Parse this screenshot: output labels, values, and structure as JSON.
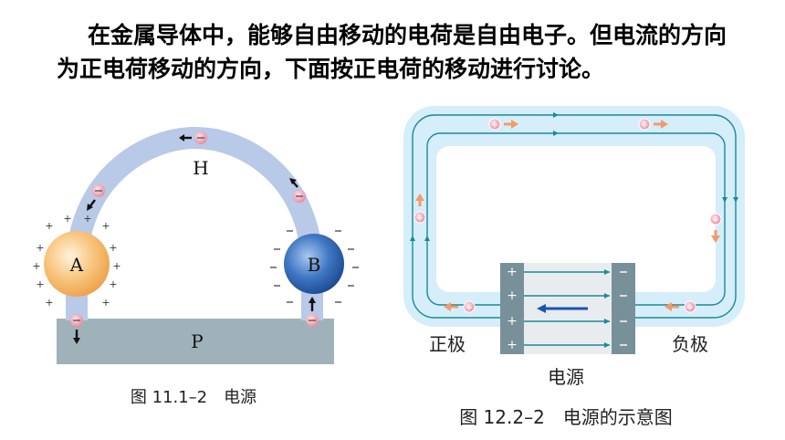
{
  "intro": {
    "text": "在金属导体中，能够自由移动的电荷是自由电子。但电流的方向为正电荷移动的方向，下面按正电荷的移动进行讨论。"
  },
  "figure_left": {
    "label_h": "H",
    "label_a": "A",
    "label_b": "B",
    "label_p": "P",
    "caption": "图 11.1–2　电源",
    "minus_sign": "−",
    "plus_sign": "+"
  },
  "figure_right": {
    "label_positive": "正极",
    "label_negative": "负极",
    "label_source": "电源",
    "caption": "图 12.2–2　电源的示意图",
    "plus_sign": "+",
    "minus_sign": "−"
  },
  "colors": {
    "tube_left": "#b9c9e8",
    "ground": "#9fb2ba",
    "sphere_a": "#f7c27c",
    "sphere_b": "#3f76c2",
    "charge_pink": "#f0a7b3",
    "tube_right": "#d5eef9",
    "field_line": "#1a8a9a",
    "plate": "#78909a",
    "arrow_blue": "#1a55b0"
  }
}
